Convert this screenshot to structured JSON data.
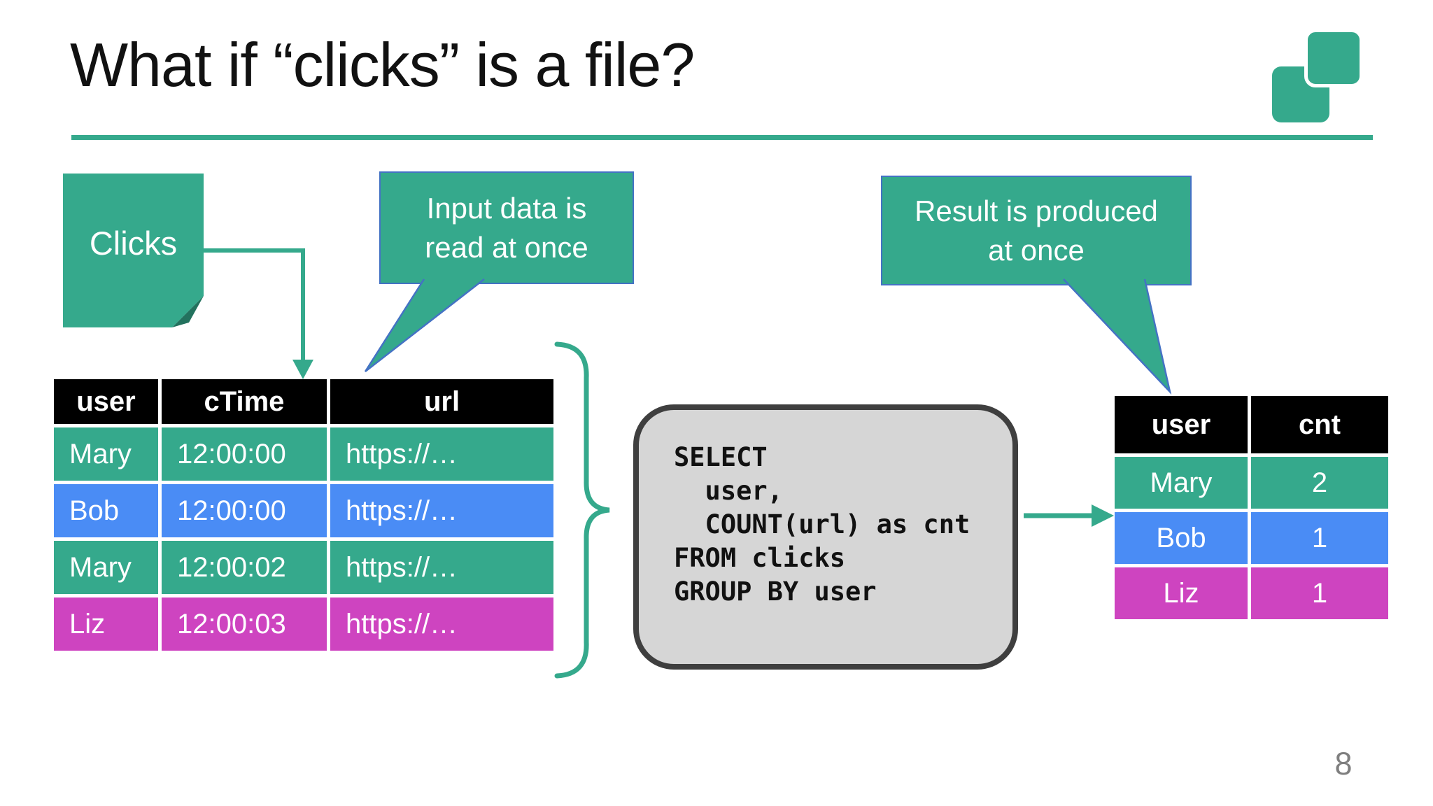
{
  "slide": {
    "title": "What if “clicks” is a file?",
    "page_number": "8"
  },
  "clicks_note": {
    "label": "Clicks"
  },
  "callouts": {
    "input": {
      "line1": "Input data is",
      "line2": "read at once"
    },
    "result": {
      "line1": "Result is produced",
      "line2": "at once"
    }
  },
  "clicks_table": {
    "columns": [
      "user",
      "cTime",
      "url"
    ],
    "rows": [
      {
        "user": "Mary",
        "cTime": "12:00:00",
        "url": "https://…",
        "color": "teal"
      },
      {
        "user": "Bob",
        "cTime": "12:00:00",
        "url": "https://…",
        "color": "blue"
      },
      {
        "user": "Mary",
        "cTime": "12:00:02",
        "url": "https://…",
        "color": "teal"
      },
      {
        "user": "Liz",
        "cTime": "12:00:03",
        "url": "https://…",
        "color": "magenta"
      }
    ]
  },
  "sql_box": {
    "lines": [
      "SELECT",
      "  user,",
      "  COUNT(url) as cnt",
      "FROM clicks",
      "GROUP BY user"
    ]
  },
  "result_table": {
    "columns": [
      "user",
      "cnt"
    ],
    "rows": [
      {
        "user": "Mary",
        "cnt": "2",
        "color": "teal"
      },
      {
        "user": "Bob",
        "cnt": "1",
        "color": "blue"
      },
      {
        "user": "Liz",
        "cnt": "1",
        "color": "magenta"
      }
    ]
  },
  "icons": {
    "logo": "two-overlapping-rounded-squares",
    "sticky_note": "folded-corner-note",
    "brace": "right-curly-brace",
    "arrows": "teal-flow-arrows"
  },
  "colors": {
    "teal": "#35A98C",
    "teal_dark": "#23725E",
    "blue": "#4A8CF5",
    "magenta": "#CE44C0",
    "bubble_border": "#4472C4",
    "box_fill": "#D6D6D6",
    "box_border": "#3F3F3F",
    "header_bg": "#000000",
    "page_number_color": "#7F7F7F"
  }
}
